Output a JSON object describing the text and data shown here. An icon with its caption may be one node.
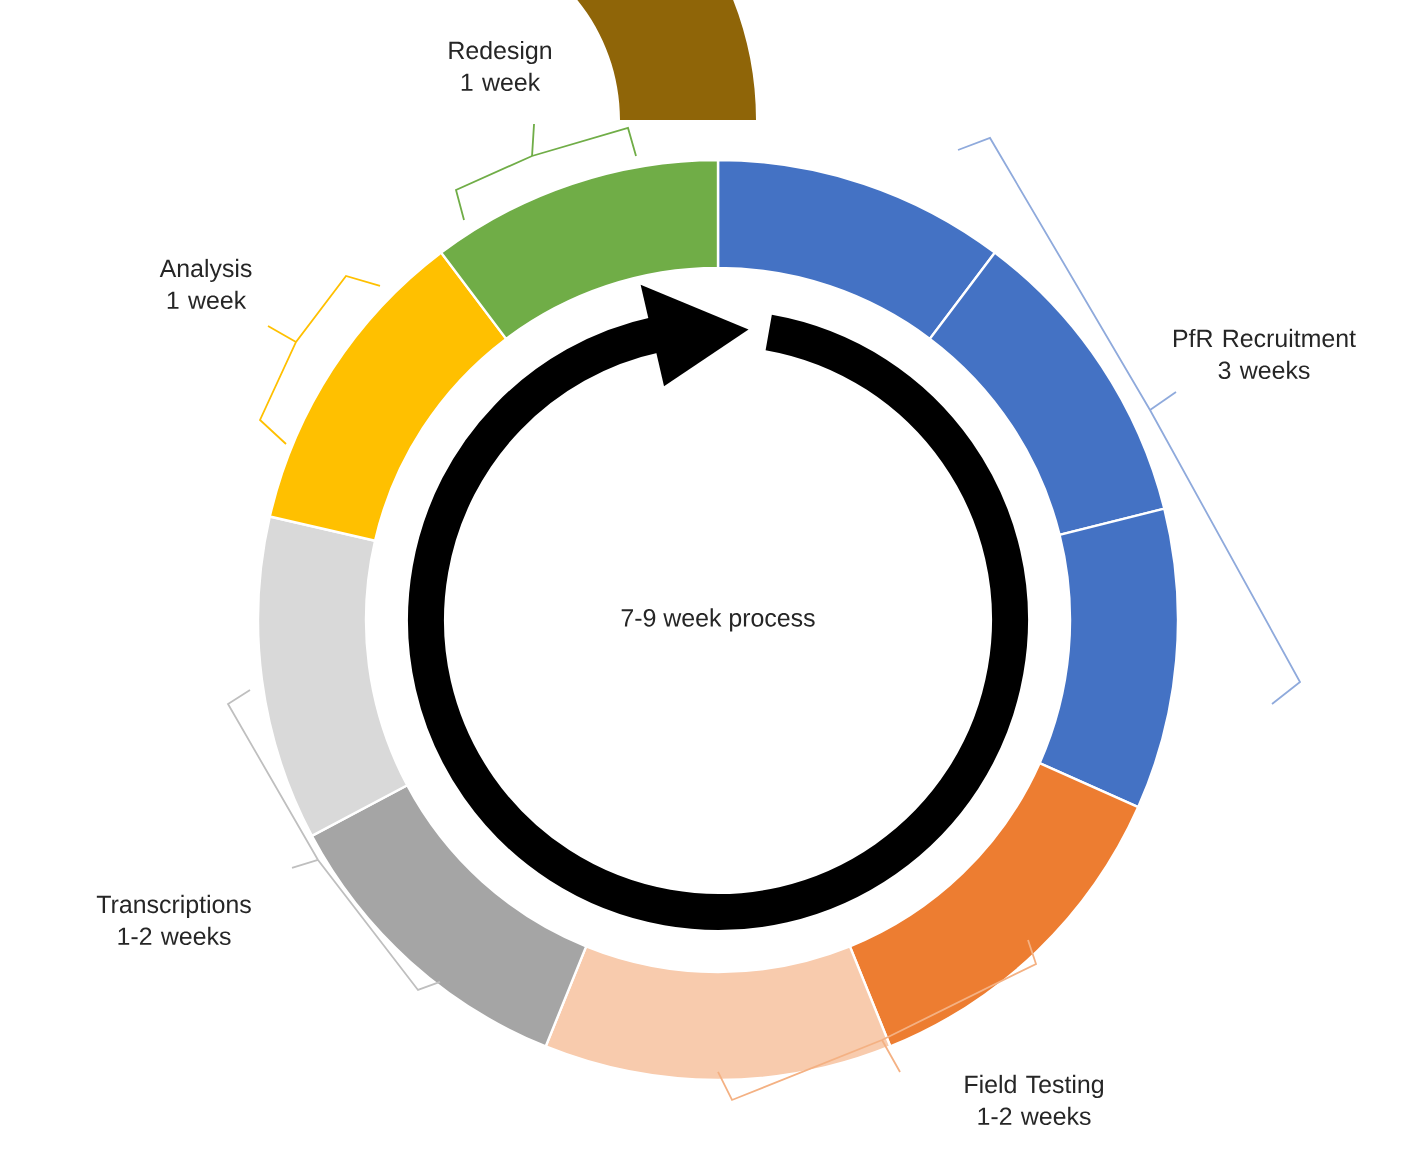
{
  "diagram": {
    "labels": [
      "Redesign 1 week",
      "Analysis 1 week",
      "PfR Recruitment 3 weeks",
      "7-9 week process",
      "Transcriptions 1-2 weeks",
      "Field Testing 1-2 weeks"
    ]
  }
}
